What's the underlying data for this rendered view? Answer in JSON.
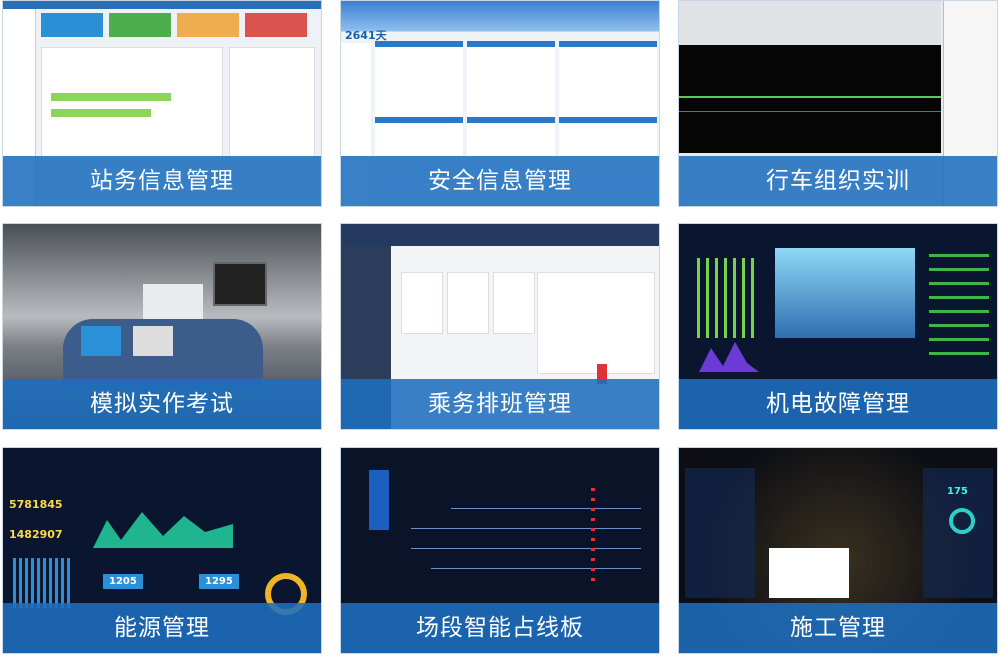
{
  "tiles": [
    {
      "label": "站务信息管理"
    },
    {
      "label": "安全信息管理"
    },
    {
      "label": "行车组织实训"
    },
    {
      "label": "模拟实作考试"
    },
    {
      "label": "乘务排班管理"
    },
    {
      "label": "机电故障管理"
    },
    {
      "label": "能源管理"
    },
    {
      "label": "场段智能占线板"
    },
    {
      "label": "施工管理"
    }
  ],
  "thumb_text": {
    "safety_days": "2641天",
    "energy_a": "5781845",
    "energy_b": "1482907",
    "energy_c": "1205",
    "energy_d": "1295",
    "construction_val": "175"
  }
}
